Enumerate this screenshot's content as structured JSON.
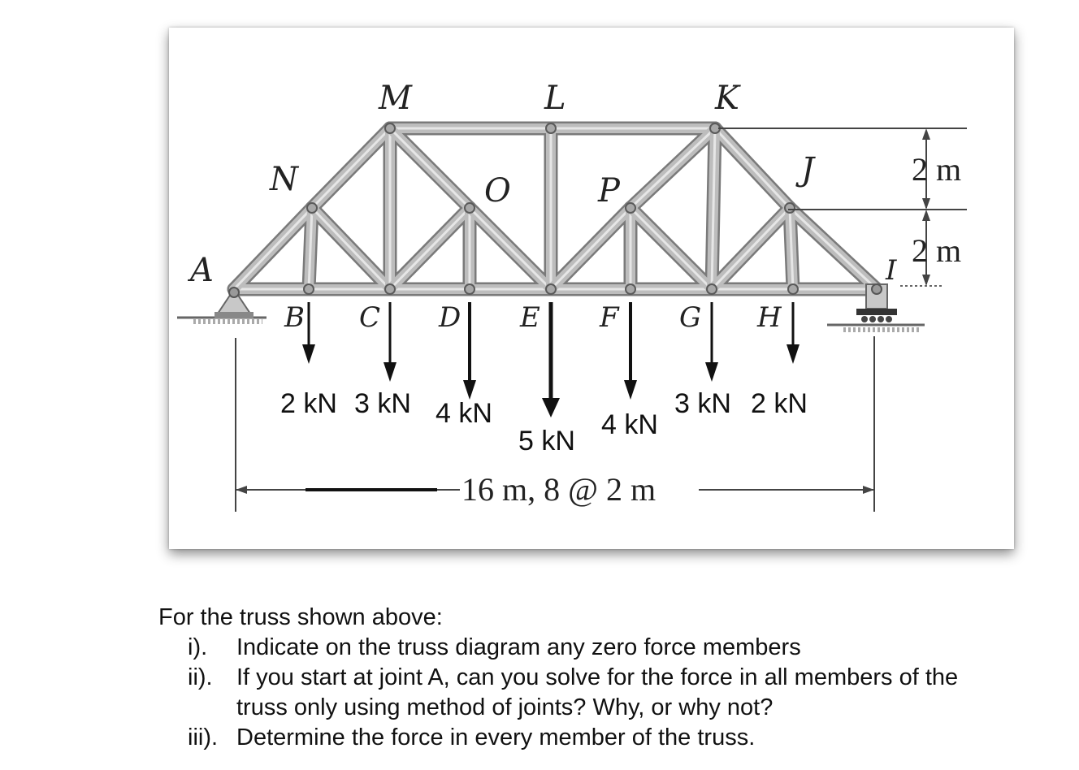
{
  "joints": {
    "A": "A",
    "B": "B",
    "C": "C",
    "D": "D",
    "E": "E",
    "F": "F",
    "G": "G",
    "H": "H",
    "I": "I",
    "J": "J",
    "K": "K",
    "L": "L",
    "M": "M",
    "N": "N",
    "O": "O",
    "P": "P"
  },
  "loads": [
    {
      "joint": "B",
      "label": "2 kN"
    },
    {
      "joint": "C",
      "label": "3 kN"
    },
    {
      "joint": "D",
      "label": "4 kN"
    },
    {
      "joint": "E",
      "label": "5 kN"
    },
    {
      "joint": "F",
      "label": "4 kN"
    },
    {
      "joint": "G",
      "label": "3 kN"
    },
    {
      "joint": "H",
      "label": "2 kN"
    }
  ],
  "dimensions": {
    "upper_height": "2 m",
    "lower_height": "2 m",
    "span": "16 m, 8 @ 2 m"
  },
  "question": {
    "intro": "For the truss shown above:",
    "items": [
      {
        "num": "i).",
        "text": "Indicate on the truss diagram any zero force members"
      },
      {
        "num": "ii).",
        "text": "If you start at joint A, can you solve for the force in all members of the",
        "text2": "truss only using method of joints?  Why, or why not?"
      },
      {
        "num": "iii).",
        "text": "Determine the force in every member of the truss."
      }
    ]
  },
  "colors": {
    "member": "#bdbdbd",
    "member_edge": "#7a7a7a",
    "arrow": "#111111"
  }
}
